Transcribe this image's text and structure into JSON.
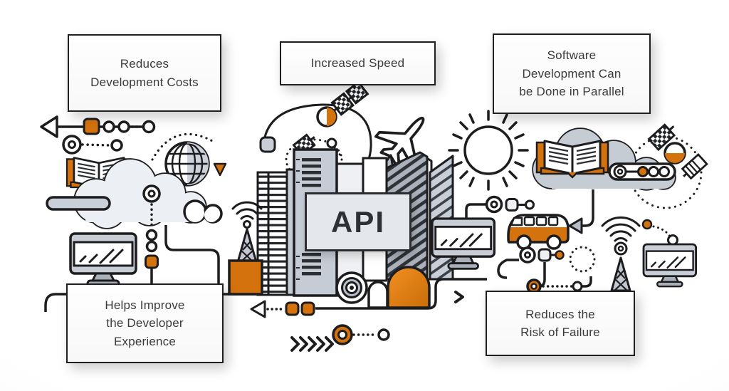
{
  "api_box": {
    "label": "API"
  },
  "benefit_boxes": [
    {
      "id": "reduces-development-costs",
      "label": "Reduces\nDevelopment Costs"
    },
    {
      "id": "increased-speed",
      "label": "Increased Speed"
    },
    {
      "id": "software-development-parallel",
      "label": "Software\nDevelopment Can\nbe Done in Parallel"
    },
    {
      "id": "helps-improve-developer-experience",
      "label": "Helps Improve\nthe Developer\nExperience"
    },
    {
      "id": "reduces-risk-of-failure",
      "label": "Reduces the\nRisk of Failure"
    }
  ],
  "colors": {
    "accent_orange": "#d4730e",
    "accent_orange_light": "#f09022",
    "outline_black": "#1d1d1f",
    "building_gray": "#c6ccd5",
    "building_gray_dark": "#aab1bc",
    "cloud_light": "#eceff3",
    "cloud_gray": "#c6ccd4",
    "api_panel": "#e4e7ec",
    "box_background": "#fdfdfd"
  },
  "icons": [
    "satellite-icon",
    "planet-icon",
    "plane-icon",
    "globe-icon",
    "cloud-icon",
    "open-book-icon",
    "monitor-icon",
    "radio-tower-icon",
    "wifi-icon",
    "sun-icon",
    "bus-icon",
    "city-buildings",
    "gear-target-icon",
    "dome-icon",
    "arrow-connector",
    "chevron-arrows",
    "dotted-orbit",
    "target-node-icon"
  ]
}
